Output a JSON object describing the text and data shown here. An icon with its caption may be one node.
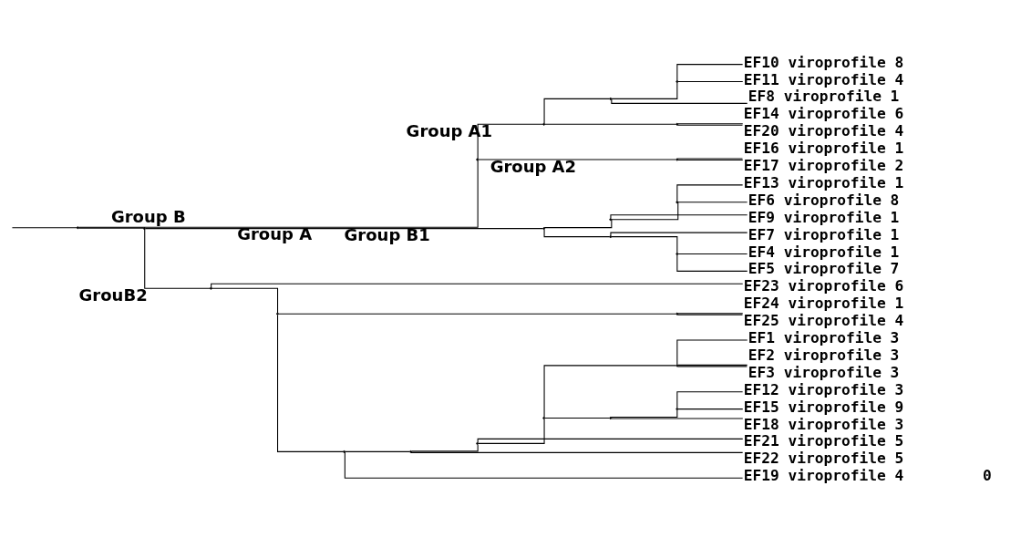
{
  "diagram": {
    "nodes": [
      {
        "text": [],
        "shape": "point"
      },
      {
        "text": [],
        "shape": "point"
      },
      {
        "text": [],
        "shape": "point"
      },
      {
        "text": [],
        "shape": "point"
      },
      {
        "text": [],
        "shape": "point"
      },
      {
        "text": [
          "EF10 viroprofile 8"
        ]
      },
      {
        "text": [
          "EF11 viroprofile 4"
        ]
      },
      {
        "text": [
          "EF8 viroprofile 1"
        ]
      },
      {
        "text": [],
        "shape": "point"
      },
      {
        "text": [
          "EF14 viroprofile 6"
        ]
      },
      {
        "text": [
          "EF20 viroprofile 4"
        ]
      },
      {
        "text": [],
        "shape": "point"
      },
      {
        "text": [
          "EF16 viroprofile 1"
        ]
      },
      {
        "text": [
          "EF17 viroprofile 2"
        ]
      },
      {
        "text": [],
        "shape": "point"
      },
      {
        "text": [],
        "shape": "point"
      },
      {
        "text": [],
        "shape": "point"
      },
      {
        "text": [],
        "shape": "point"
      },
      {
        "text": [
          "EF13 viroprofile 1"
        ]
      },
      {
        "text": [
          "EF6 viroprofile 8"
        ]
      },
      {
        "text": [
          "EF9 viroprofile 1"
        ]
      },
      {
        "text": [],
        "shape": "point"
      },
      {
        "text": [
          "EF7 viroprofile 1"
        ]
      },
      {
        "text": [],
        "shape": "point"
      },
      {
        "text": [
          "EF4 viroprofile 1"
        ]
      },
      {
        "text": [
          "EF5 viroprofile 7"
        ]
      },
      {
        "text": [],
        "shape": "point"
      },
      {
        "text": [
          "EF23 viroprofile 6"
        ]
      },
      {
        "text": [],
        "shape": "point"
      },
      {
        "text": [],
        "shape": "point"
      },
      {
        "text": [
          "EF24 viroprofile 1"
        ]
      },
      {
        "text": [
          "EF25 viroprofile 4"
        ]
      },
      {
        "text": [],
        "shape": "point"
      },
      {
        "text": [],
        "shape": "point"
      },
      {
        "text": [],
        "shape": "point"
      },
      {
        "text": [],
        "shape": "point"
      },
      {
        "text": [],
        "shape": "point"
      },
      {
        "text": [
          "EF1 viroprofile 3"
        ]
      },
      {
        "text": [
          "EF2 viroprofile 3"
        ]
      },
      {
        "text": [
          "EF3 viroprofile 3"
        ]
      },
      {
        "text": [],
        "shape": "point"
      },
      {
        "text": [],
        "shape": "point"
      },
      {
        "text": [
          "EF12 viroprofile 3"
        ]
      },
      {
        "text": [
          "EF15 viroprofile 9"
        ]
      },
      {
        "text": [
          "EF18 viroprofile 3"
        ]
      },
      {
        "text": [
          "EF21 viroprofile 5"
        ]
      },
      {
        "text": [
          "EF22 viroprofile 5"
        ]
      },
      {
        "text": [
          "EF19 viroprofile 4"
        ]
      }
    ],
    "edges": [
      {
        "from": null,
        "to": 0,
        "arrow": "none"
      },
      {
        "from": 0,
        "to": 1,
        "arrow": "none",
        "label": "Group A"
      },
      {
        "from": 1,
        "to": 2,
        "arrow": "none",
        "label": "Group A1"
      },
      {
        "from": 2,
        "to": 3,
        "arrow": "none"
      },
      {
        "from": 3,
        "to": 4,
        "arrow": "none"
      },
      {
        "from": 4,
        "to": 5,
        "arrow": "none"
      },
      {
        "from": 4,
        "to": 6,
        "arrow": "none"
      },
      {
        "from": 3,
        "to": 7,
        "arrow": "none"
      },
      {
        "from": 2,
        "to": 8,
        "arrow": "none"
      },
      {
        "from": 8,
        "to": 9,
        "arrow": "none"
      },
      {
        "from": 8,
        "to": 10,
        "arrow": "none"
      },
      {
        "from": 1,
        "to": 11,
        "arrow": "none",
        "label": "Group A2"
      },
      {
        "from": 11,
        "to": 12,
        "arrow": "none"
      },
      {
        "from": 11,
        "to": 13,
        "arrow": "none"
      },
      {
        "from": 0,
        "to": 14,
        "arrow": "none",
        "label": "Group B"
      },
      {
        "from": 14,
        "to": 15,
        "arrow": "none",
        "label": "Group B1"
      },
      {
        "from": 15,
        "to": 16,
        "arrow": "none"
      },
      {
        "from": 16,
        "to": 17,
        "arrow": "none"
      },
      {
        "from": 17,
        "to": 18,
        "arrow": "none"
      },
      {
        "from": 17,
        "to": 19,
        "arrow": "none"
      },
      {
        "from": 16,
        "to": 20,
        "arrow": "none"
      },
      {
        "from": 15,
        "to": 21,
        "arrow": "none"
      },
      {
        "from": 21,
        "to": 22,
        "arrow": "none"
      },
      {
        "from": 21,
        "to": 23,
        "arrow": "none"
      },
      {
        "from": 23,
        "to": 24,
        "arrow": "none"
      },
      {
        "from": 23,
        "to": 25,
        "arrow": "none"
      },
      {
        "from": 14,
        "to": 26,
        "arrow": "none",
        "label": "GrouB2"
      },
      {
        "from": 26,
        "to": 27,
        "arrow": "none"
      },
      {
        "from": 26,
        "to": 28,
        "arrow": "none"
      },
      {
        "from": 28,
        "to": 29,
        "arrow": "none"
      },
      {
        "from": 29,
        "to": 30,
        "arrow": "none"
      },
      {
        "from": 29,
        "to": 31,
        "arrow": "none"
      },
      {
        "from": 28,
        "to": 32,
        "arrow": "none"
      },
      {
        "from": 32,
        "to": 33,
        "arrow": "none"
      },
      {
        "from": 33,
        "to": 34,
        "arrow": "none"
      },
      {
        "from": 34,
        "to": 35,
        "arrow": "none"
      },
      {
        "from": 35,
        "to": 36,
        "arrow": "none"
      },
      {
        "from": 36,
        "to": 37,
        "arrow": "none"
      },
      {
        "from": 36,
        "to": 38,
        "arrow": "none"
      },
      {
        "from": 36,
        "to": 39,
        "arrow": "none"
      },
      {
        "from": 35,
        "to": 40,
        "arrow": "none"
      },
      {
        "from": 40,
        "to": 41,
        "arrow": "none"
      },
      {
        "from": 41,
        "to": 42,
        "arrow": "none"
      },
      {
        "from": 41,
        "to": 43,
        "arrow": "none"
      },
      {
        "from": 40,
        "to": 44,
        "arrow": "none"
      },
      {
        "from": 34,
        "to": 45,
        "arrow": "none"
      },
      {
        "from": 33,
        "to": 46,
        "arrow": "none"
      },
      {
        "from": 32,
        "to": 47,
        "arrow": "none"
      }
    ],
    "labels": [
      "0"
    ]
  }
}
